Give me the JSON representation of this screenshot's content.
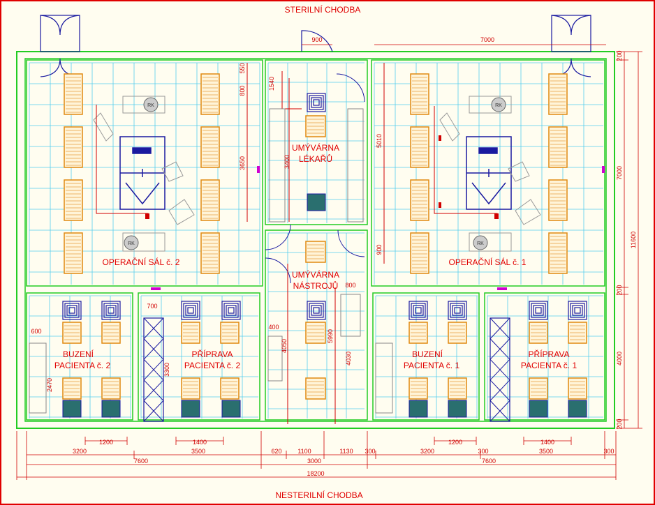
{
  "corridors": {
    "top": "STERILNÍ CHODBA",
    "bottom": "NESTERILNÍ CHODBA"
  },
  "rooms": {
    "or2": "OPERAČNÍ SÁL č. 2",
    "or1": "OPERAČNÍ SÁL č. 1",
    "scrub_doctors": [
      "UMÝVÁRNA",
      "LÉKAŘŮ"
    ],
    "scrub_instruments": [
      "UMÝVÁRNA",
      "NÁSTROJŮ"
    ],
    "wake2": [
      "BUZENÍ",
      "PACIENTA č. 2"
    ],
    "prep2": [
      "PŘÍPRAVA",
      "PACIENTA č. 2"
    ],
    "wake1": [
      "BUZENÍ",
      "PACIENTA č. 1"
    ],
    "prep1": [
      "PŘÍPRAVA",
      "PACIENTA č. 1"
    ]
  },
  "equipment_labels": {
    "rk": "RK"
  },
  "dimensions": {
    "door_top": "900",
    "or1_width": "7000",
    "right_top": "200",
    "right_or": "7000",
    "right_mid": "200",
    "right_lower": "4000",
    "right_bottom": "200",
    "right_total": "11600",
    "scrub_550": "550",
    "scrub_800": "800",
    "scrub_1540": "1540",
    "scrub_3650": "3650",
    "scrub_3400": "3400",
    "scrub_5010": "5010",
    "door_mid": "900",
    "instr_800": "800",
    "instr_400": "400",
    "instr_4050": "4050",
    "instr_5990": "5990",
    "instr_4030": "4030",
    "left_600": "600",
    "left_2470": "2470",
    "prep_700": "700",
    "prep_3300": "3300",
    "b_1200_left": "1200",
    "b_1400_left": "1400",
    "b_3200_left": "3200",
    "b_3500_left": "3500",
    "b_620": "620",
    "b_1100": "1100",
    "b_1130": "1130",
    "b_300_a": "300",
    "b_1200_right": "1200",
    "b_1400_right": "1400",
    "b_3200_right": "3200",
    "b_300_b": "300",
    "b_3500_right": "3500",
    "b_300_c": "300",
    "b_7600_left": "7600",
    "b_3000": "3000",
    "b_7600_right": "7600",
    "b_total": "18200"
  },
  "colors": {
    "wall": "#22cc22",
    "grid": "#33ccee",
    "dimension": "#d00000",
    "bed": "#e08a10",
    "equipment": "#1a1aa0",
    "sink": "#2a6f6f"
  }
}
